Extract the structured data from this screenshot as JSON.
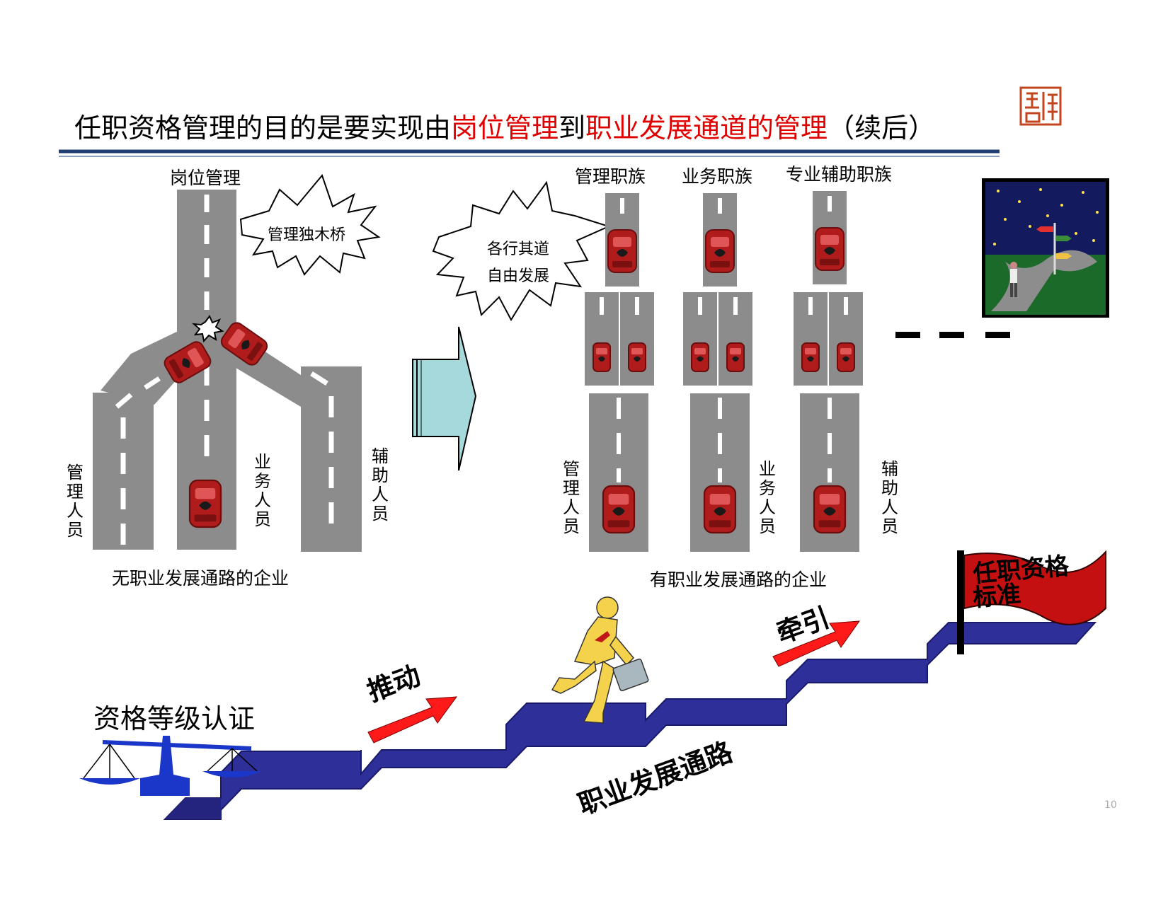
{
  "title": {
    "part1": "任职资格管理的目的是要实现由",
    "part2": "岗位管理",
    "part3": "到",
    "part4": "职业发展通道的管理",
    "part5": "（续后）"
  },
  "accent_color": "#e00000",
  "left_diagram": {
    "top_label": "岗位管理",
    "burst_label": "管理独木桥",
    "lane_labels": [
      "管理人员",
      "业务人员",
      "辅助人员"
    ],
    "caption": "无职业发展通路的企业"
  },
  "right_diagram": {
    "burst_label_line1": "各行其道",
    "burst_label_line2": "自由发展",
    "column_labels": [
      "管理职族",
      "业务职族",
      "专业辅助职族"
    ],
    "lane_labels": [
      "管理人员",
      "业务人员",
      "辅助人员"
    ],
    "caption": "有职业发展通路的企业"
  },
  "bottom": {
    "certification": "资格等级认证",
    "push": "推动",
    "pull": "牵引",
    "path": "职业发展通路",
    "flag_line1": "任职资格",
    "flag_line2": "标准"
  },
  "page_number": "10",
  "icons": [
    "seal-icon",
    "scale-icon",
    "runner-icon",
    "flag-icon",
    "night-crossroads-icon",
    "car-icon",
    "arrow-icon"
  ]
}
